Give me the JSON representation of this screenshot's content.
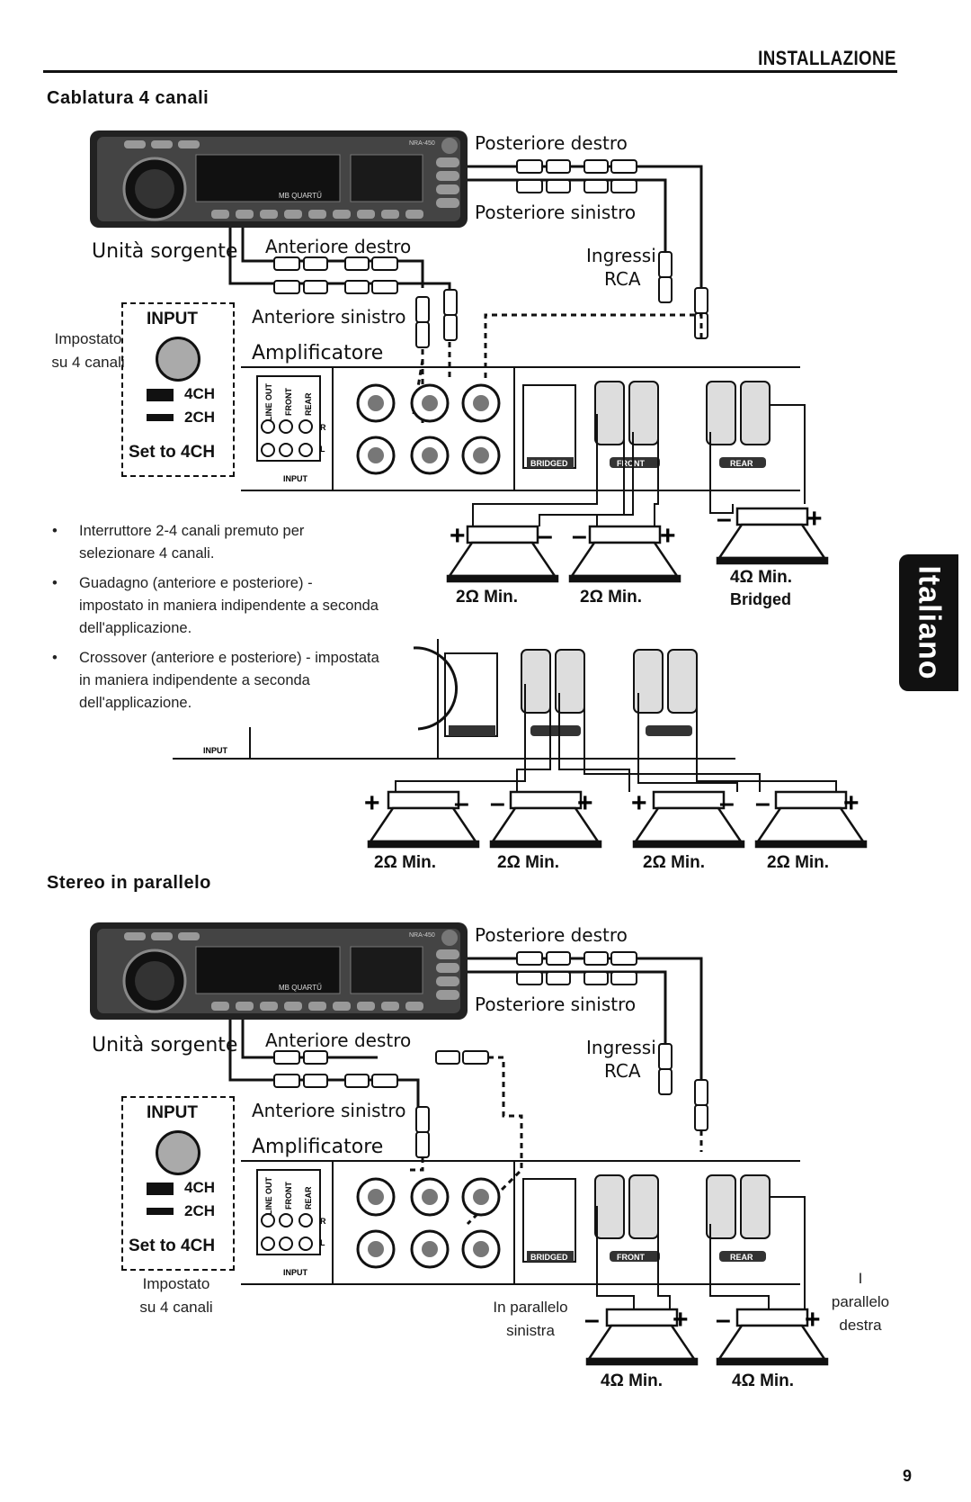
{
  "header": {
    "title": "Installazione"
  },
  "side_tab": {
    "label": "Italiano"
  },
  "page_number": "9",
  "section1": {
    "title": "Cablatura 4 canali",
    "labels": {
      "posteriore_destro": "Posteriore destro",
      "posteriore_sinistro": "Posteriore sinistro",
      "unita_sorgente": "Unità sorgente",
      "anteriore_destro": "Anteriore destro",
      "anteriore_sinistro": "Anteriore sinistro",
      "ingressi": "Ingressi",
      "rca": "RCA",
      "amplificatore": "Amplificatore",
      "impostato_line1": "Impostato",
      "impostato_line2": "su 4 canali"
    },
    "input_box": {
      "title": "INPUT",
      "opt1": "4CH",
      "opt2": "2CH",
      "set": "Set to 4CH"
    },
    "speakers_top": {
      "ohm_left": "2Ω Min.",
      "ohm_mid": "2Ω Min.",
      "ohm_right": "4Ω Min.",
      "bridged": "Bridged"
    },
    "speakers_bottom": {
      "ohm1": "2Ω Min.",
      "ohm2": "2Ω Min.",
      "ohm3": "2Ω Min.",
      "ohm4": "2Ω Min."
    },
    "bullets": [
      "Interruttore 2-4 canali premuto per selezionare 4 canali.",
      "Guadagno (anteriore e posteriore) - impostato in maniera indipendente a seconda dell'applicazione.",
      "Crossover (anteriore e posteriore) - impostata in maniera indipendente a seconda dell'applicazione."
    ]
  },
  "section2": {
    "title": "Stereo in parallelo",
    "labels": {
      "posteriore_destro": "Posteriore destro",
      "posteriore_sinistro": "Posteriore sinistro",
      "unita_sorgente": "Unità sorgente",
      "anteriore_destro": "Anteriore destro",
      "anteriore_sinistro": "Anteriore sinistro",
      "ingressi": "Ingressi",
      "rca": "RCA",
      "amplificatore": "Amplificatore",
      "impostato_line1": "Impostato",
      "impostato_line2": "su 4 canali",
      "in_parallelo_line1": "In parallelo",
      "in_parallelo_line2": "sinistra",
      "right_line1": "I",
      "right_line2": "parallelo",
      "right_line3": "destra"
    },
    "input_box": {
      "title": "INPUT",
      "opt1": "4CH",
      "opt2": "2CH",
      "set": "Set to 4CH"
    },
    "speakers": {
      "ohm_left": "4Ω Min.",
      "ohm_right": "4Ω Min."
    }
  },
  "panel_text": {
    "line_out": "LINE OUT",
    "front": "FRONT",
    "rear": "REAR",
    "input": "INPUT",
    "r": "R",
    "l": "L",
    "bridged": "BRIDGED",
    "front_tag": "FRONT",
    "rear_tag": "REAR",
    "head_model": "NRA-450",
    "head_brand": "MB QUARTŰ"
  }
}
